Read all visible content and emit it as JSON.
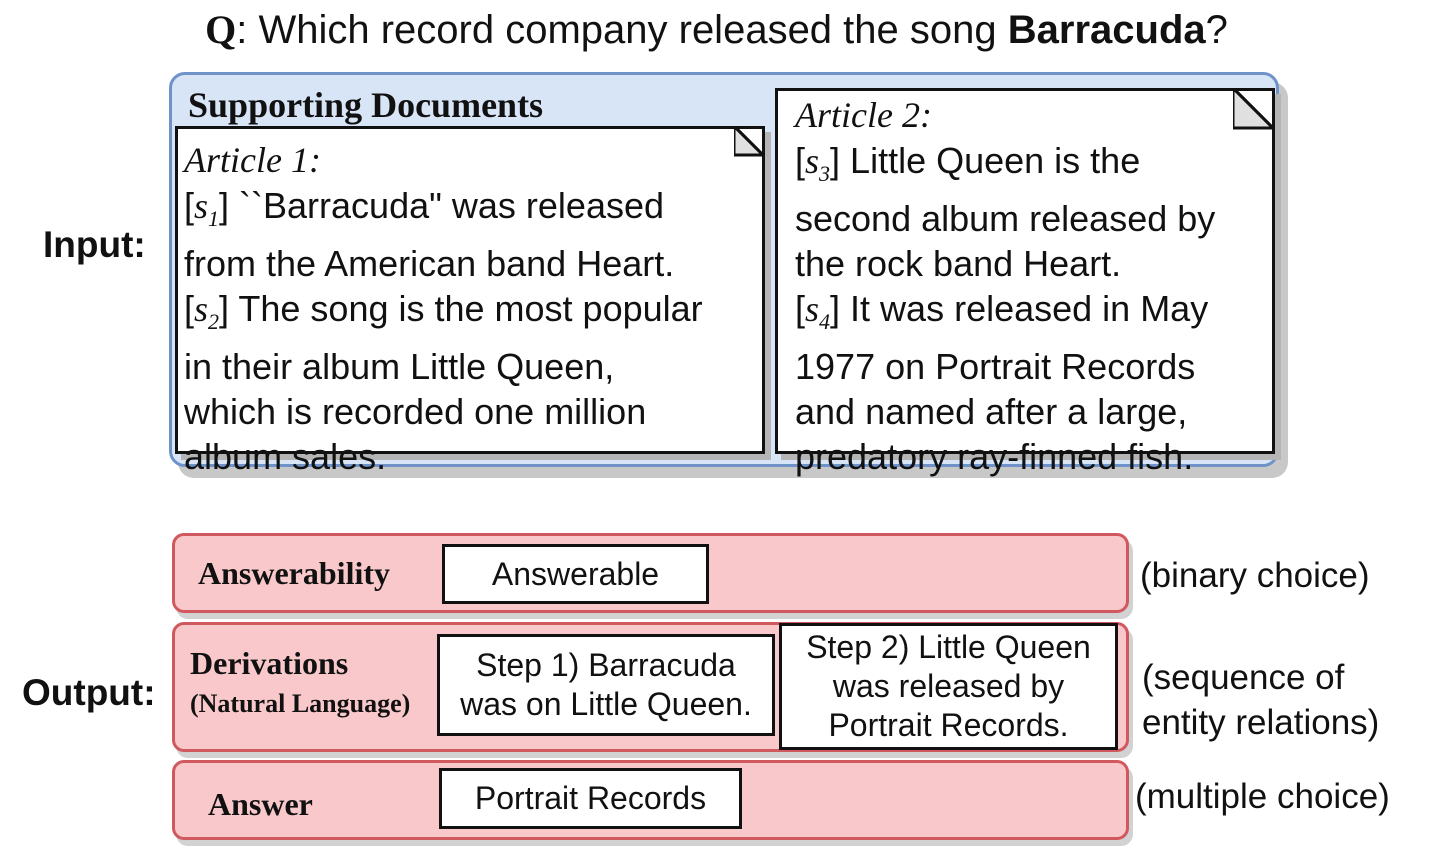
{
  "question": {
    "q_letter": "Q",
    "prefix": ": Which record company released the song ",
    "subject": "Barracuda",
    "suffix": "?"
  },
  "labels": {
    "input": "Input:",
    "output": "Output:"
  },
  "supporting_documents": {
    "title": "Supporting Documents",
    "article1": {
      "title": "Article 1:",
      "lines": [
        {
          "label": "s",
          "sub": "1",
          "text": " ``Barracuda\" was released"
        },
        {
          "text": "from the American band Heart."
        },
        {
          "label": "s",
          "sub": "2",
          "text": " The song is the most popular"
        },
        {
          "text": "in their album Little Queen,"
        },
        {
          "text": "which is recorded one million"
        },
        {
          "text": "album sales."
        }
      ]
    },
    "article2": {
      "title": "Article 2:",
      "lines": [
        {
          "label": "s",
          "sub": "3",
          "text": " Little Queen is the"
        },
        {
          "text": "second album released by"
        },
        {
          "text": "the rock band Heart."
        },
        {
          "label": "s",
          "sub": "4",
          "text": " It was released in May"
        },
        {
          "text": "1977 on Portrait Records"
        },
        {
          "text": "and named after a large,"
        },
        {
          "text": "predatory ray-finned fish."
        }
      ]
    }
  },
  "output": {
    "answerability": {
      "label": "Answerability",
      "value": "Answerable",
      "note": "(binary choice)"
    },
    "derivations": {
      "label": "Derivations",
      "sublabel": "(Natural Language)",
      "step1": "Step 1) Barracuda was on Little Queen.",
      "step2": "Step 2) Little Queen was released by Portrait Records.",
      "note_line1": "(sequence of",
      "note_line2": "entity relations)"
    },
    "answer": {
      "label": "Answer",
      "value": "Portrait Records",
      "note": "(multiple choice)"
    }
  }
}
